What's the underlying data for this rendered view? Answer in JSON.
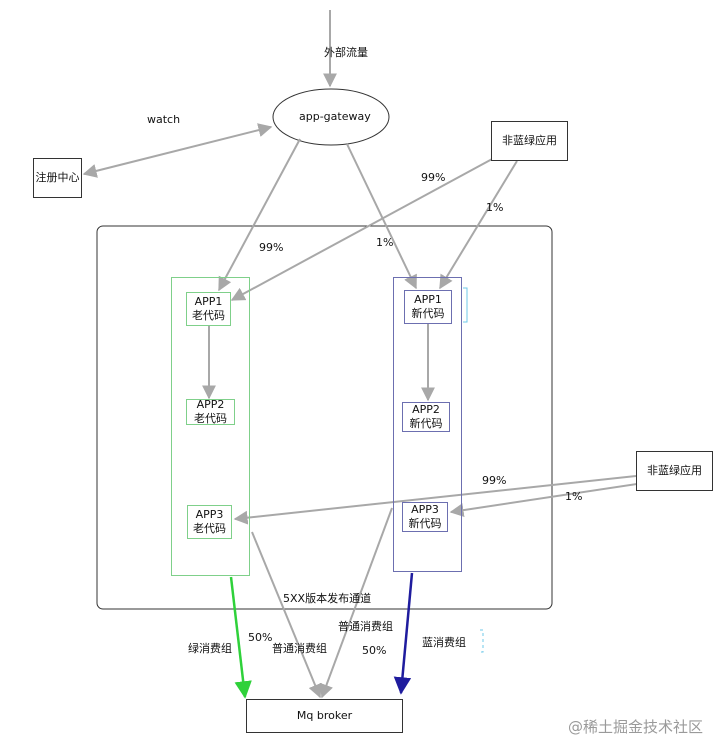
{
  "labels": {
    "external_traffic": "外部流量",
    "gateway": "app-gateway",
    "watch": "watch",
    "registry": "注册中心",
    "non_bg_app_top": "非蓝绿应用",
    "non_bg_app_bottom": "非蓝绿应用",
    "pct_99_gateway": "99%",
    "pct_1_gateway": "1%",
    "pct_99_top": "99%",
    "pct_1_top": "1%",
    "pct_99_bottom": "99%",
    "pct_1_bottom": "1%",
    "green_app1_l1": "APP1",
    "green_app1_l2": "老代码",
    "green_app2_l1": "APP2",
    "green_app2_l2": "老代码",
    "green_app3_l1": "APP3",
    "green_app3_l2": "老代码",
    "blue_app1_l1": "APP1",
    "blue_app1_l2": "新代码",
    "blue_app2_l1": "APP2",
    "blue_app2_l2": "新代码",
    "blue_app3_l1": "APP3",
    "blue_app3_l2": "新代码",
    "channel": "5XX版本发布通道",
    "green_consumer": "绿消费组",
    "common_consumer_left": "普通消费组",
    "common_consumer_right": "普通消费组",
    "pct_50_left": "50%",
    "pct_50_right": "50%",
    "blue_consumer": "蓝消费组",
    "broker": "Mq broker",
    "watermark": "@稀土掘金技术社区"
  },
  "colors": {
    "arrow_gray": "#a8a8a8",
    "green_arrow": "#2fd13a",
    "blue_arrow": "#1f1c9e",
    "green_border": "#7fd08a",
    "purple_border": "#6c6fb0",
    "frame_border": "#333333"
  }
}
